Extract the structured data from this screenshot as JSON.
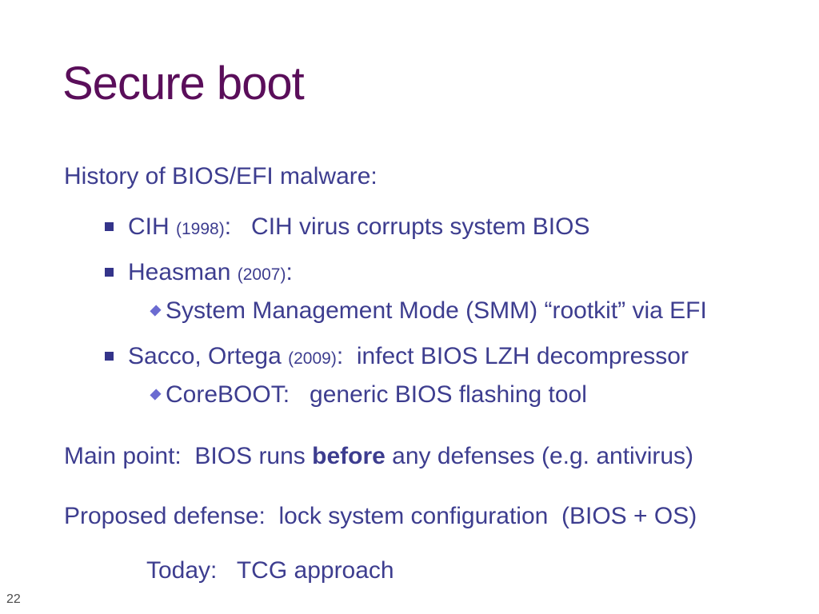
{
  "colors": {
    "title": "#5a0e5a",
    "body": "#3d3d8f",
    "bullet_square": "#34348a",
    "bullet_diamond": "#6b6bd1",
    "page_number": "#4c4c4c"
  },
  "slide": {
    "title": "Secure boot",
    "page_number": "22",
    "history_heading": "History of BIOS/EFI malware:",
    "bullets": {
      "cih": {
        "name": "CIH ",
        "year": "(1998)",
        "rest": ":   CIH virus corrupts system BIOS"
      },
      "heasman": {
        "name": "Heasman ",
        "year": "(2007)",
        "rest": ":"
      },
      "smm": {
        "text": "System Management Mode (SMM) “rootkit” via EFI"
      },
      "sacco": {
        "name": "Sacco, Ortega ",
        "year": "(2009)",
        "rest": ":  infect BIOS LZH decompressor"
      },
      "coreboot": {
        "text": "CoreBOOT:   generic BIOS flashing tool"
      }
    },
    "main_point": {
      "pre": "Main point:  BIOS runs ",
      "bold": "before",
      "post": " any defenses (e.g. antivirus)"
    },
    "proposed_defense": "Proposed defense:  lock system configuration  (BIOS + OS)",
    "today": "Today:   TCG approach"
  }
}
